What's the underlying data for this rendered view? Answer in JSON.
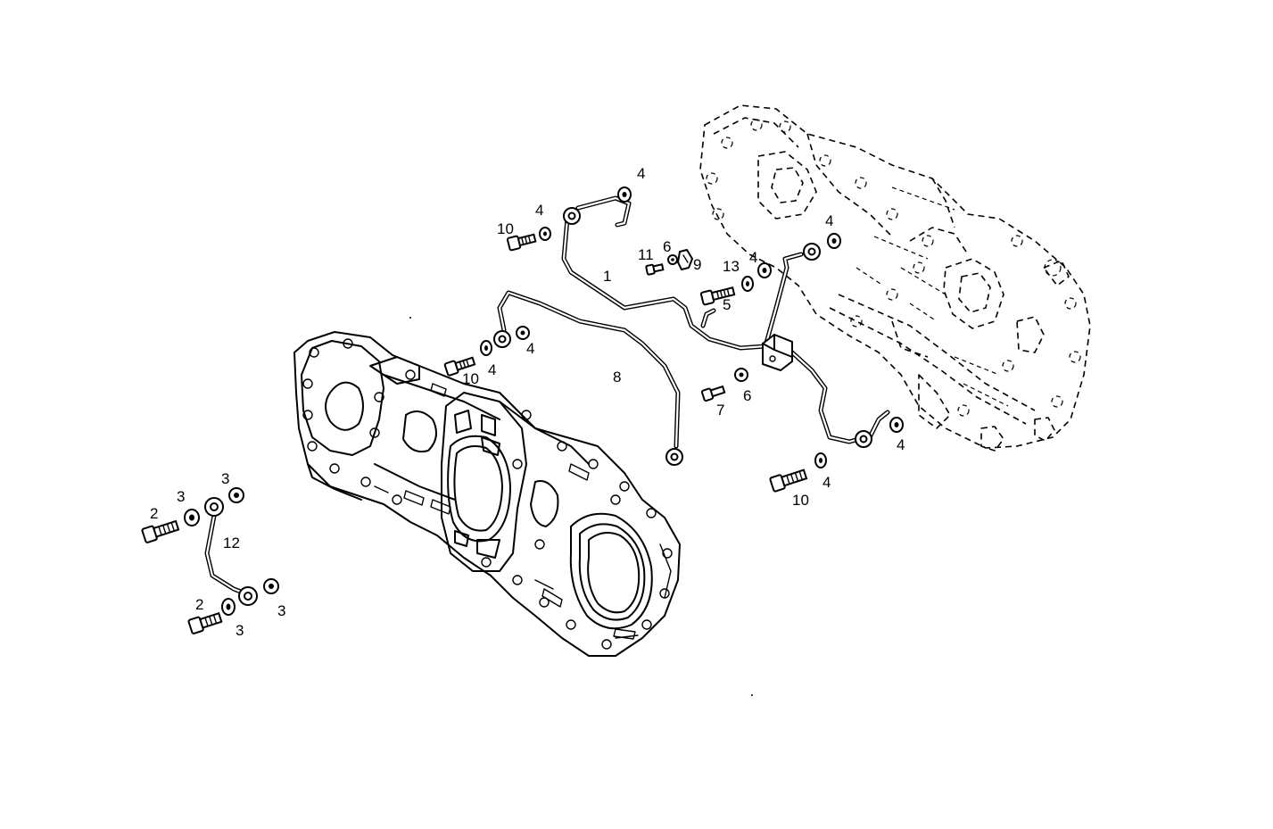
{
  "callouts": {
    "c1": "1",
    "c2a": "2",
    "c2b": "2",
    "c3a": "3",
    "c3b": "3",
    "c3c": "3",
    "c3d": "3",
    "c4a": "4",
    "c4b": "4",
    "c4c": "4",
    "c4d": "4",
    "c4e": "4",
    "c4f": "4",
    "c4g": "4",
    "c4h": "4",
    "c5": "5",
    "c6a": "6",
    "c6b": "6",
    "c7": "7",
    "c8": "8",
    "c9": "9",
    "c10a": "10",
    "c10b": "10",
    "c10c": "10",
    "c11": "11",
    "c12": "12",
    "c13": "13"
  }
}
